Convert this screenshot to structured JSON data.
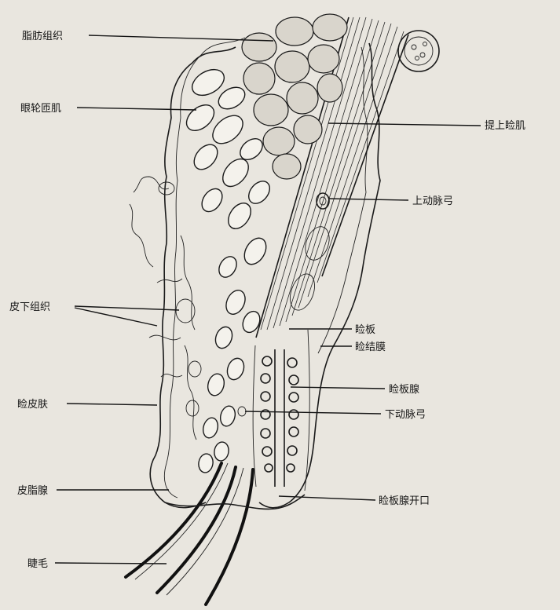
{
  "labels": {
    "fat_tissue": "脂肪组织",
    "orbicularis": "眼轮匝肌",
    "levator": "提上睑肌",
    "upper_arcade": "上动脉弓",
    "subcutaneous": "皮下组织",
    "tarsus": "睑板",
    "conjunctiva": "睑结膜",
    "eyelid_skin": "睑皮肤",
    "meibomian": "睑板腺",
    "lower_arcade": "下动脉弓",
    "sebaceous": "皮脂腺",
    "meibomian_opening": "睑板腺开口",
    "eyelash": "睫毛"
  },
  "colors": {
    "ink": "#1a1a1a",
    "paper": "#e9e6df"
  }
}
